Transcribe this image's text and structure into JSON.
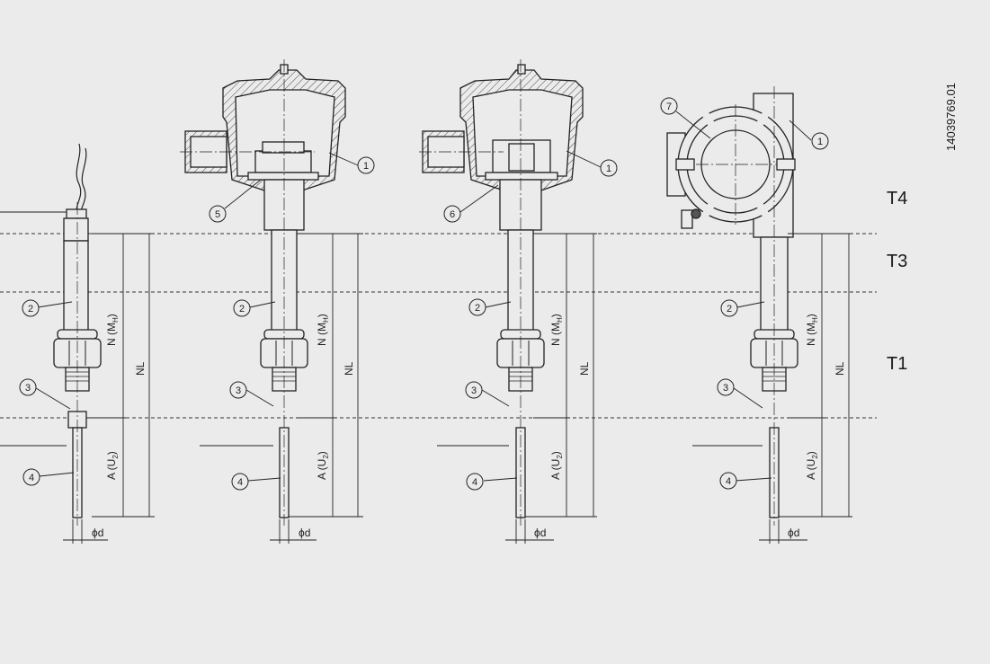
{
  "zones": {
    "t4": "T4",
    "t3": "T3",
    "t1": "T1"
  },
  "document_number": "14039769.01",
  "dims": {
    "n": "N (M",
    "n_sub": "H",
    "nl": "NL",
    "a": "A (U",
    "a_sub": "2",
    "d": "ϕd"
  },
  "callouts": {
    "c1": "1",
    "c2": "2",
    "c3": "3",
    "c4": "4",
    "c5": "5",
    "c6": "6",
    "c7": "7"
  }
}
